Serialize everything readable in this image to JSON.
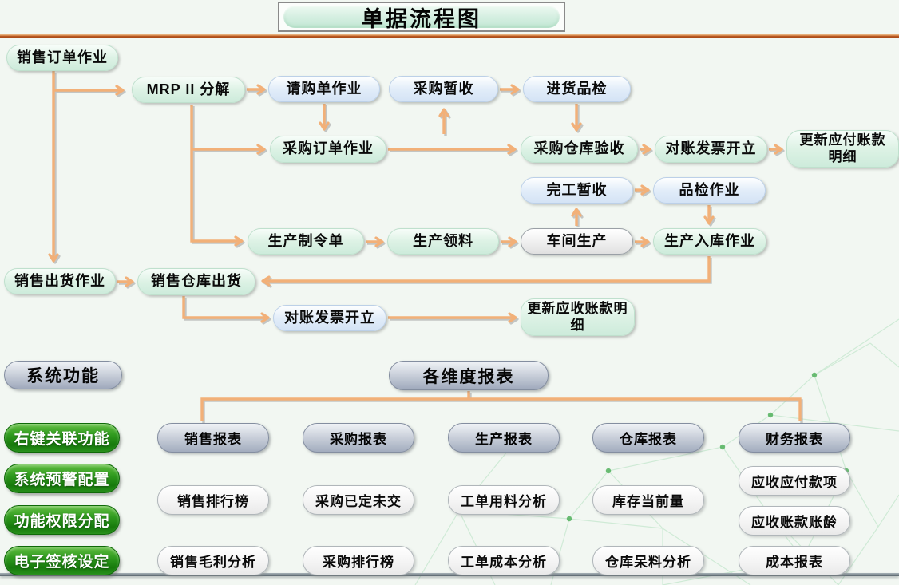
{
  "title": "单据流程图",
  "palette": {
    "background": "#f2f7f2",
    "top_rule": "#b5531f",
    "bottom_rule": "#5a666e",
    "arrow": "#f2b078",
    "arrow_shadow": "#9e9e9e",
    "green_node_fill": "#d8f0e0",
    "blue_node_fill": "#dbe8f7",
    "plain_node_fill": "#ededed",
    "silver_pill_fill": "#aeb8c9",
    "green_button_fill": "#2e9320",
    "plexus_line": "#b9e3c4",
    "plexus_dot": "#53b25e"
  },
  "flow": {
    "nodes": [
      {
        "id": "sales-order",
        "label": "销售订单作业",
        "kind": "green"
      },
      {
        "id": "mrp-ii-breakdown",
        "label": "MRP II 分解",
        "kind": "green"
      },
      {
        "id": "purchase-requisition",
        "label": "请购单作业",
        "kind": "blue"
      },
      {
        "id": "purchase-temp-receipt",
        "label": "采购暂收",
        "kind": "blue"
      },
      {
        "id": "incoming-inspection",
        "label": "进货品检",
        "kind": "blue"
      },
      {
        "id": "purchase-order",
        "label": "采购订单作业",
        "kind": "green"
      },
      {
        "id": "purchase-warehouse-acceptance",
        "label": "采购仓库验收",
        "kind": "green"
      },
      {
        "id": "ap-invoice-issue",
        "label": "对账发票开立",
        "kind": "green"
      },
      {
        "id": "update-ap-detail",
        "label": "更新应付账款\n明细",
        "kind": "green"
      },
      {
        "id": "completion-temp-receipt",
        "label": "完工暂收",
        "kind": "blue"
      },
      {
        "id": "quality-inspection",
        "label": "品检作业",
        "kind": "blue"
      },
      {
        "id": "production-work-order",
        "label": "生产制令单",
        "kind": "green"
      },
      {
        "id": "production-material-picking",
        "label": "生产领料",
        "kind": "green"
      },
      {
        "id": "shop-floor-production",
        "label": "车间生产",
        "kind": "plain"
      },
      {
        "id": "production-warehouse-in",
        "label": "生产入库作业",
        "kind": "green"
      },
      {
        "id": "sales-shipment",
        "label": "销售出货作业",
        "kind": "green"
      },
      {
        "id": "sales-warehouse-out",
        "label": "销售仓库出货",
        "kind": "green"
      },
      {
        "id": "ar-invoice-issue",
        "label": "对账发票开立",
        "kind": "blue"
      },
      {
        "id": "update-ar-detail",
        "label": "更新应收账款明\n细",
        "kind": "green"
      }
    ]
  },
  "system_functions": {
    "header": "系统功能",
    "buttons": [
      {
        "id": "right-click-related-functions",
        "label": "右键关联功能"
      },
      {
        "id": "system-alert-config",
        "label": "系统预警配置"
      },
      {
        "id": "function-permission-assignment",
        "label": "功能权限分配"
      },
      {
        "id": "electronic-signature-setting",
        "label": "电子签核设定"
      }
    ]
  },
  "reports": {
    "header": "各维度报表",
    "row1": [
      {
        "id": "sales-report",
        "label": "销售报表"
      },
      {
        "id": "purchase-report",
        "label": "采购报表"
      },
      {
        "id": "production-report",
        "label": "生产报表"
      },
      {
        "id": "warehouse-report",
        "label": "仓库报表"
      },
      {
        "id": "finance-report",
        "label": "财务报表"
      }
    ],
    "row2": [
      {
        "id": "sales-ranking",
        "label": "销售排行榜"
      },
      {
        "id": "purchase-ordered-undelivered",
        "label": "采购已定未交"
      },
      {
        "id": "work-order-material-analysis",
        "label": "工单用料分析"
      },
      {
        "id": "current-inventory",
        "label": "库存当前量"
      }
    ],
    "finance_column": [
      {
        "id": "ar-ap-items",
        "label": "应收应付款项"
      },
      {
        "id": "ar-aging",
        "label": "应收账款账龄"
      }
    ],
    "row3": [
      {
        "id": "sales-gross-profit-analysis",
        "label": "销售毛利分析"
      },
      {
        "id": "purchase-ranking",
        "label": "采购排行榜"
      },
      {
        "id": "work-order-cost-analysis",
        "label": "工单成本分析"
      },
      {
        "id": "warehouse-dead-stock-analysis",
        "label": "仓库呆料分析"
      },
      {
        "id": "cost-report",
        "label": "成本报表"
      }
    ]
  }
}
